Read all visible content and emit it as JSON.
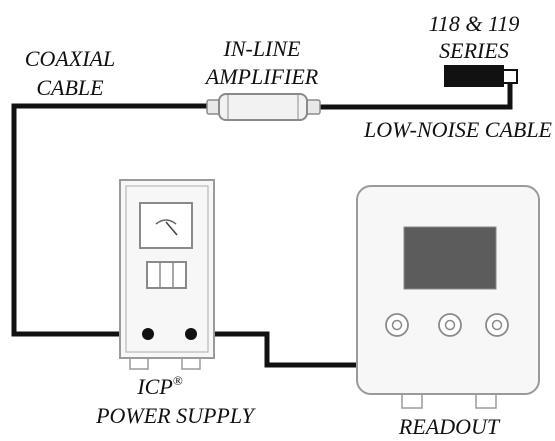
{
  "labels": {
    "coaxial_line1": "COAXIAL",
    "coaxial_line2": "CABLE",
    "amplifier_line1": "IN-LINE",
    "amplifier_line2": "AMPLIFIER",
    "sensor_line1": "118 & 119",
    "sensor_line2": "SERIES",
    "low_noise_cable": "LOW-NOISE CABLE",
    "power_supply_line1": "ICP",
    "power_supply_trademark": "®",
    "power_supply_line2": "POWER SUPPLY",
    "readout": "READOUT"
  },
  "colors": {
    "cable": "#111111",
    "device_outline": "#9a9a9a",
    "device_fill": "#f7f7f7",
    "readout_screen": "#5c5c5c",
    "sensor_body": "#111111"
  },
  "icons": {
    "meter": "analog-meter-icon",
    "knobs": "knob-icon"
  }
}
